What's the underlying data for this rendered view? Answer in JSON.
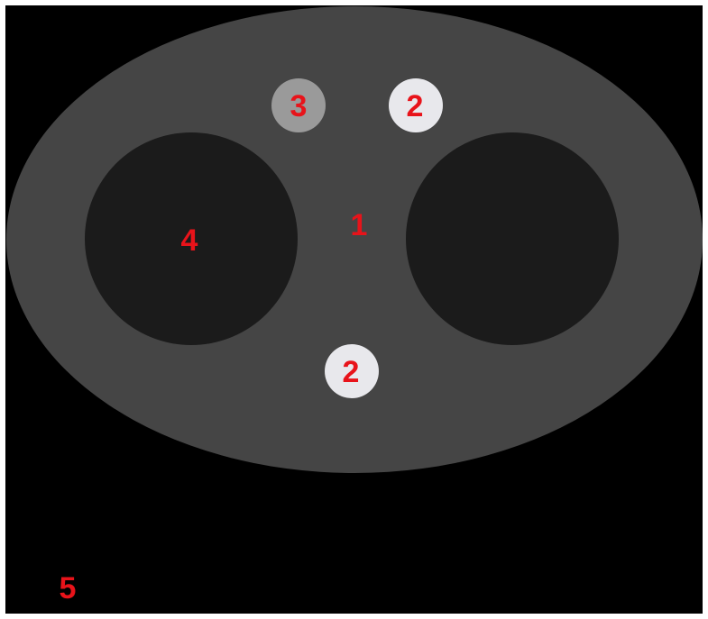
{
  "colors": {
    "background": "#000000",
    "body_ellipse": "#454545",
    "large_circle": "#1b1b1b",
    "small_circle_bright": "#e8e8ec",
    "small_circle_mid": "#9a9a9a",
    "label": "#e8131a",
    "frame": "#ffffff"
  },
  "labels": {
    "region_1": "1",
    "region_2_upper": "2",
    "region_2_lower": "2",
    "region_3": "3",
    "region_4": "4",
    "region_5": "5"
  }
}
